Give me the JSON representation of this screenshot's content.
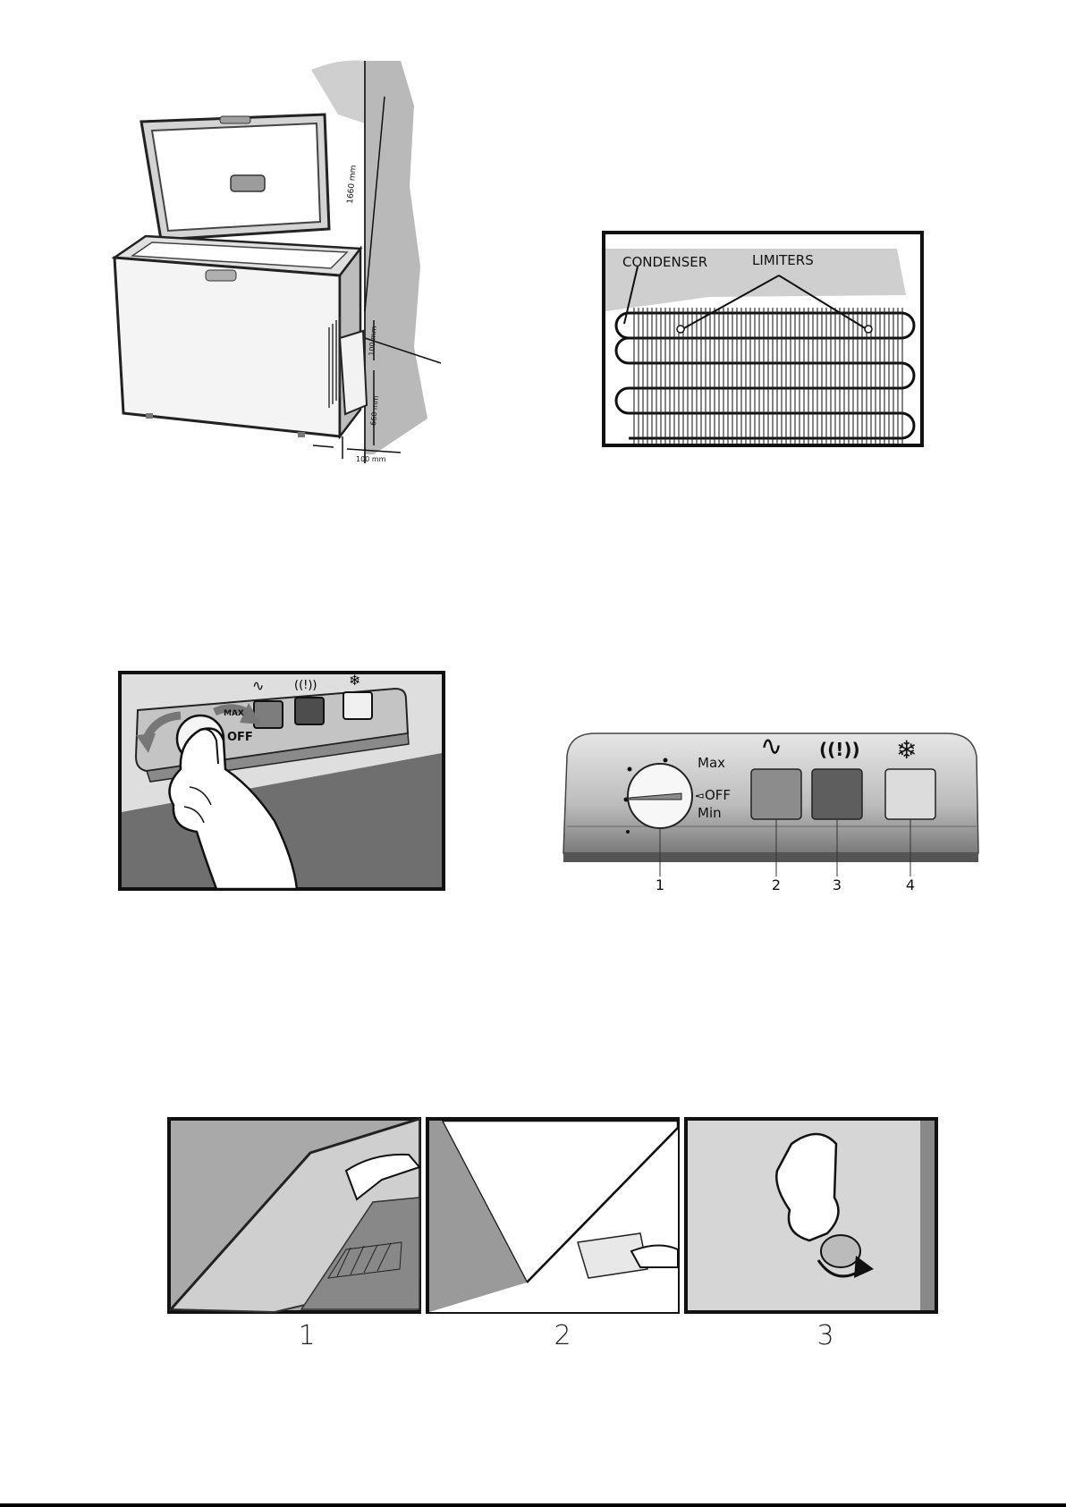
{
  "figure_freezer": {
    "dim_height": "1660 mm",
    "dim_top_gap": "100 mm",
    "dim_mid": "660 mm",
    "dim_side": "100 mm"
  },
  "figure_condenser": {
    "condenser_label": "CONDENSER",
    "limiters_label": "LIMITERS"
  },
  "control_panel": {
    "max_label": "Max",
    "off_label": "OFF",
    "min_label": "Min",
    "mark_off_small": "OFF",
    "mark_max_small": "MAX",
    "callouts": [
      "1",
      "2",
      "3",
      "4"
    ],
    "colors": {
      "power": "#8c8c8c",
      "alarm": "#5e5e5e",
      "fast_freeze": "#dcdcdc"
    },
    "icons": [
      "power-wave-icon",
      "alarm-icon",
      "snowflake-icon"
    ]
  },
  "steps": {
    "captions": [
      "1",
      "2",
      "3"
    ]
  }
}
